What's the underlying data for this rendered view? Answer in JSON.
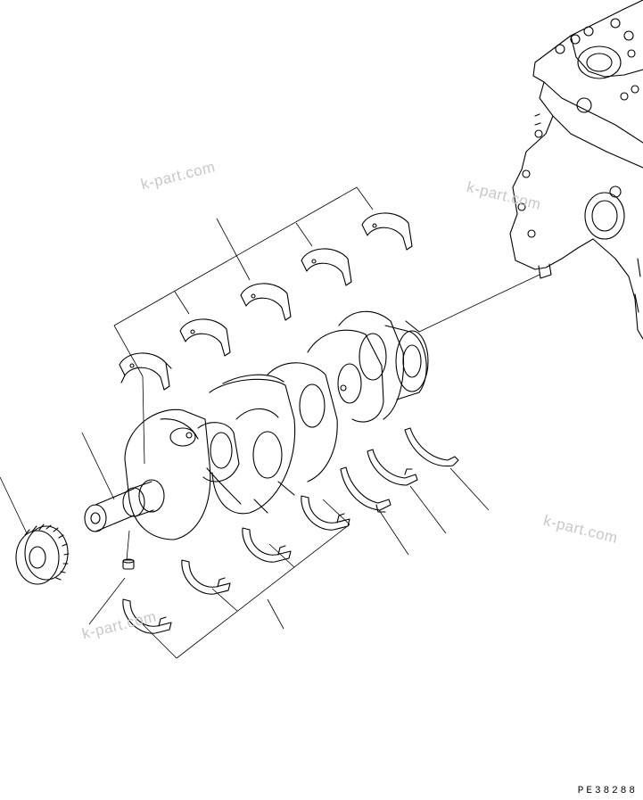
{
  "watermark": "k-part.com",
  "drawing_code": "PE38288",
  "parts": [
    {
      "name": "crankshaft"
    },
    {
      "name": "crankshaft-gear"
    },
    {
      "name": "dowel-pin"
    },
    {
      "name": "upper-main-bearing-shells"
    },
    {
      "name": "lower-main-bearing-shells"
    },
    {
      "name": "thrust-washers"
    },
    {
      "name": "cylinder-block"
    }
  ]
}
